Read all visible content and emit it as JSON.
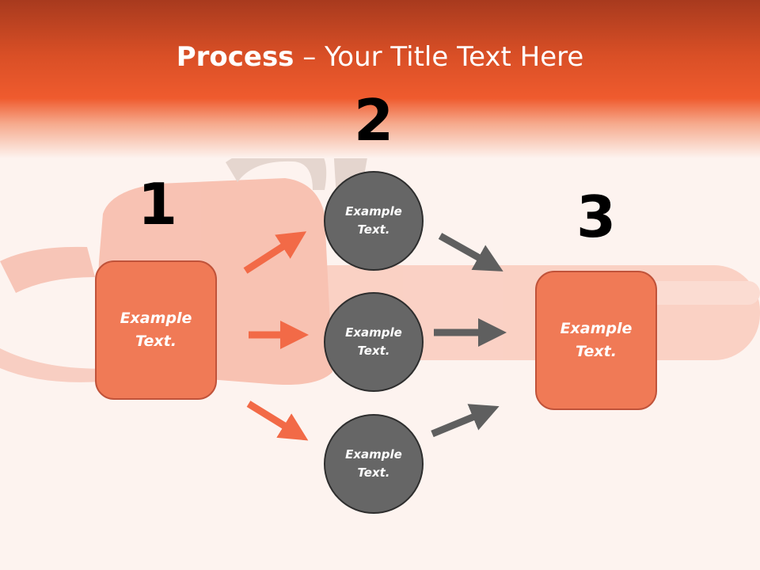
{
  "title": {
    "bold": "Process",
    "rest": " – Your Title Text Here"
  },
  "steps": {
    "one": "1",
    "two": "2",
    "three": "3"
  },
  "box_left": {
    "label": "Example\nText."
  },
  "box_right": {
    "label": "Example\nText."
  },
  "circles": [
    {
      "label": "Example\nText."
    },
    {
      "label": "Example\nText."
    },
    {
      "label": "Example\nText."
    }
  ],
  "colors": {
    "accent": "#ef5b2e",
    "box_fill": "#f07a56",
    "circle_fill": "#666666",
    "arrow_orange": "#f26a47",
    "arrow_gray": "#5f5f5f"
  }
}
